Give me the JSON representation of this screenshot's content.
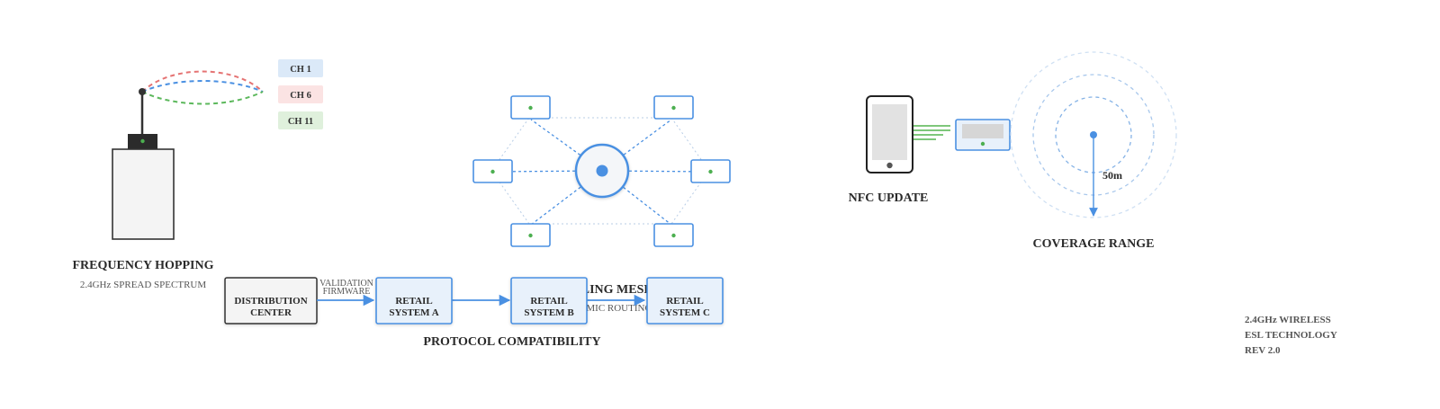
{
  "frequency_hopping": {
    "title": "FREQUENCY HOPPING",
    "subtitle": "2.4GHz SPREAD SPECTRUM",
    "channels": [
      {
        "label": "CH 1",
        "color": "#4a90e2",
        "bg": "#dbe9f8"
      },
      {
        "label": "CH 6",
        "color": "#e57373",
        "bg": "#fbe3e3"
      },
      {
        "label": "CH 11",
        "color": "#5cb85c",
        "bg": "#dff0dc"
      }
    ]
  },
  "mesh": {
    "title": "SCALING MESH",
    "subtitle": "DYNAMIC ROUTING"
  },
  "protocol": {
    "title": "PROTOCOL COMPATIBILITY",
    "source": [
      "DISTRIBUTION",
      "CENTER"
    ],
    "edge_label": [
      "VALIDATION",
      "FIRMWARE"
    ],
    "systems": [
      [
        "RETAIL",
        "SYSTEM A"
      ],
      [
        "RETAIL",
        "SYSTEM B"
      ],
      [
        "RETAIL",
        "SYSTEM C"
      ]
    ]
  },
  "nfc": {
    "title": "NFC UPDATE"
  },
  "coverage": {
    "title": "COVERAGE RANGE",
    "radius_label": "50m"
  },
  "footer": {
    "lines": [
      "2.4GHz WIRELESS",
      "ESL TECHNOLOGY",
      "REV 2.0"
    ]
  },
  "colors": {
    "accent_blue": "#4a90e2",
    "node_fill": "#e8f1fb",
    "led_green": "#4caf50",
    "dark": "#333333"
  }
}
